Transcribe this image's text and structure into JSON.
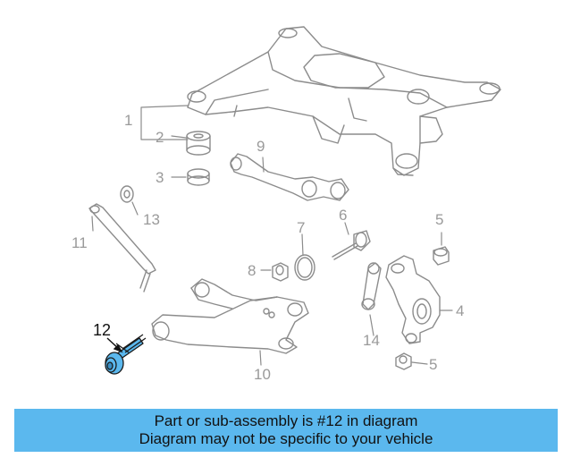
{
  "diagram": {
    "highlight_part": "12",
    "highlight_color": "#5bb8ee",
    "line_color": "#9a9a9a",
    "callouts": {
      "c1": "1",
      "c2": "2",
      "c3": "3",
      "c4": "4",
      "c5a": "5",
      "c5b": "5",
      "c6": "6",
      "c7": "7",
      "c8": "8",
      "c9": "9",
      "c10": "10",
      "c11": "11",
      "c12": "12",
      "c13": "13",
      "c14": "14"
    }
  },
  "caption": {
    "line1": "Part or sub-assembly is #12 in diagram",
    "line2": "Diagram may not be specific to your vehicle",
    "background": "#5bb8ee"
  }
}
